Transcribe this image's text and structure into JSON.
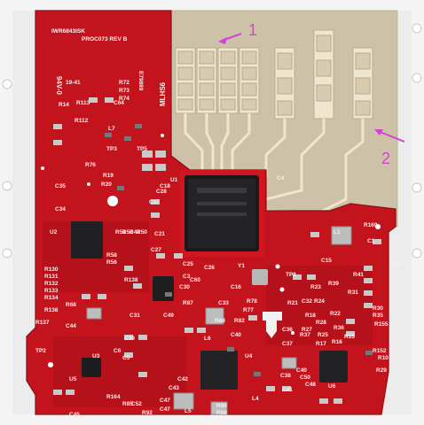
{
  "callouts": [
    {
      "label": "1"
    },
    {
      "label": "2"
    }
  ],
  "board": {
    "part_number": "IWR6843ISK",
    "revision": "PROC073  REV B",
    "rating": "94V-0",
    "date_code": "19-41",
    "cert_number": "E79889",
    "lot_code": "MLHS6"
  },
  "silkscreen_labels": [
    "R72",
    "R73",
    "R74",
    "R14",
    "R113",
    "R112",
    "L7",
    "C64",
    "TP3",
    "TP5",
    "R76",
    "R19",
    "R20",
    "C35",
    "C34",
    "U2",
    "R51",
    "R52",
    "R49",
    "R50",
    "C17",
    "C27",
    "C18",
    "C28",
    "C21",
    "U1",
    "C4",
    "R130",
    "R131",
    "R132",
    "R133",
    "R134",
    "R138",
    "R58",
    "R56",
    "C30",
    "C3",
    "C60",
    "C25",
    "C26",
    "Y1",
    "C16",
    "R87",
    "C33",
    "C40",
    "C49",
    "R84",
    "R82",
    "R78",
    "R77",
    "TP8",
    "R23",
    "R39",
    "R41",
    "C32",
    "R21",
    "R24",
    "L1",
    "C1",
    "R169",
    "C15",
    "R30",
    "R35",
    "R22",
    "R28",
    "R18",
    "R36",
    "R25",
    "R27",
    "R31",
    "R155",
    "R37",
    "R17",
    "R16",
    "R15",
    "R152",
    "R10",
    "C36",
    "C37",
    "C5",
    "C6",
    "C39",
    "C31",
    "C44",
    "R68",
    "R136",
    "R137",
    "TP2",
    "C44",
    "C45",
    "C47",
    "C43",
    "C42",
    "L5",
    "L6",
    "U3",
    "U4",
    "U5",
    "U6",
    "R164",
    "R85",
    "C52",
    "R92",
    "R89",
    "R88",
    "L4",
    "C41",
    "C40",
    "C38",
    "C50",
    "C48",
    "C47",
    "R29",
    "R44"
  ]
}
